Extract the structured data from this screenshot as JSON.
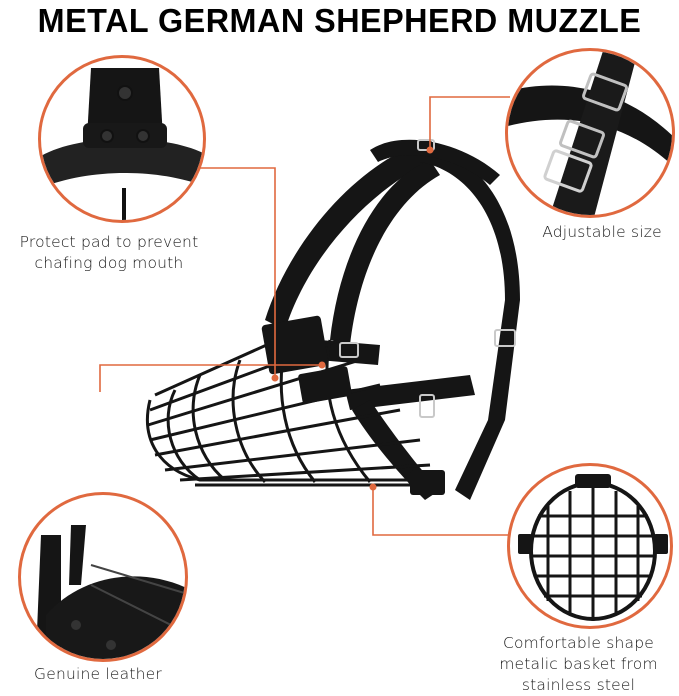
{
  "title": "METAL GERMAN SHEPHERD MUZZLE",
  "accent_color": "#e0693f",
  "callouts": [
    {
      "id": "pad",
      "label_lines": [
        "Protect pad to prevent",
        "chafing dog mouth"
      ]
    },
    {
      "id": "adjust",
      "label_lines": [
        "Adjustable size"
      ]
    },
    {
      "id": "leather",
      "label_lines": [
        "Genuine leather"
      ]
    },
    {
      "id": "basket",
      "label_lines": [
        "Comfortable shape",
        "metalic basket from",
        "stainless steel"
      ]
    }
  ]
}
